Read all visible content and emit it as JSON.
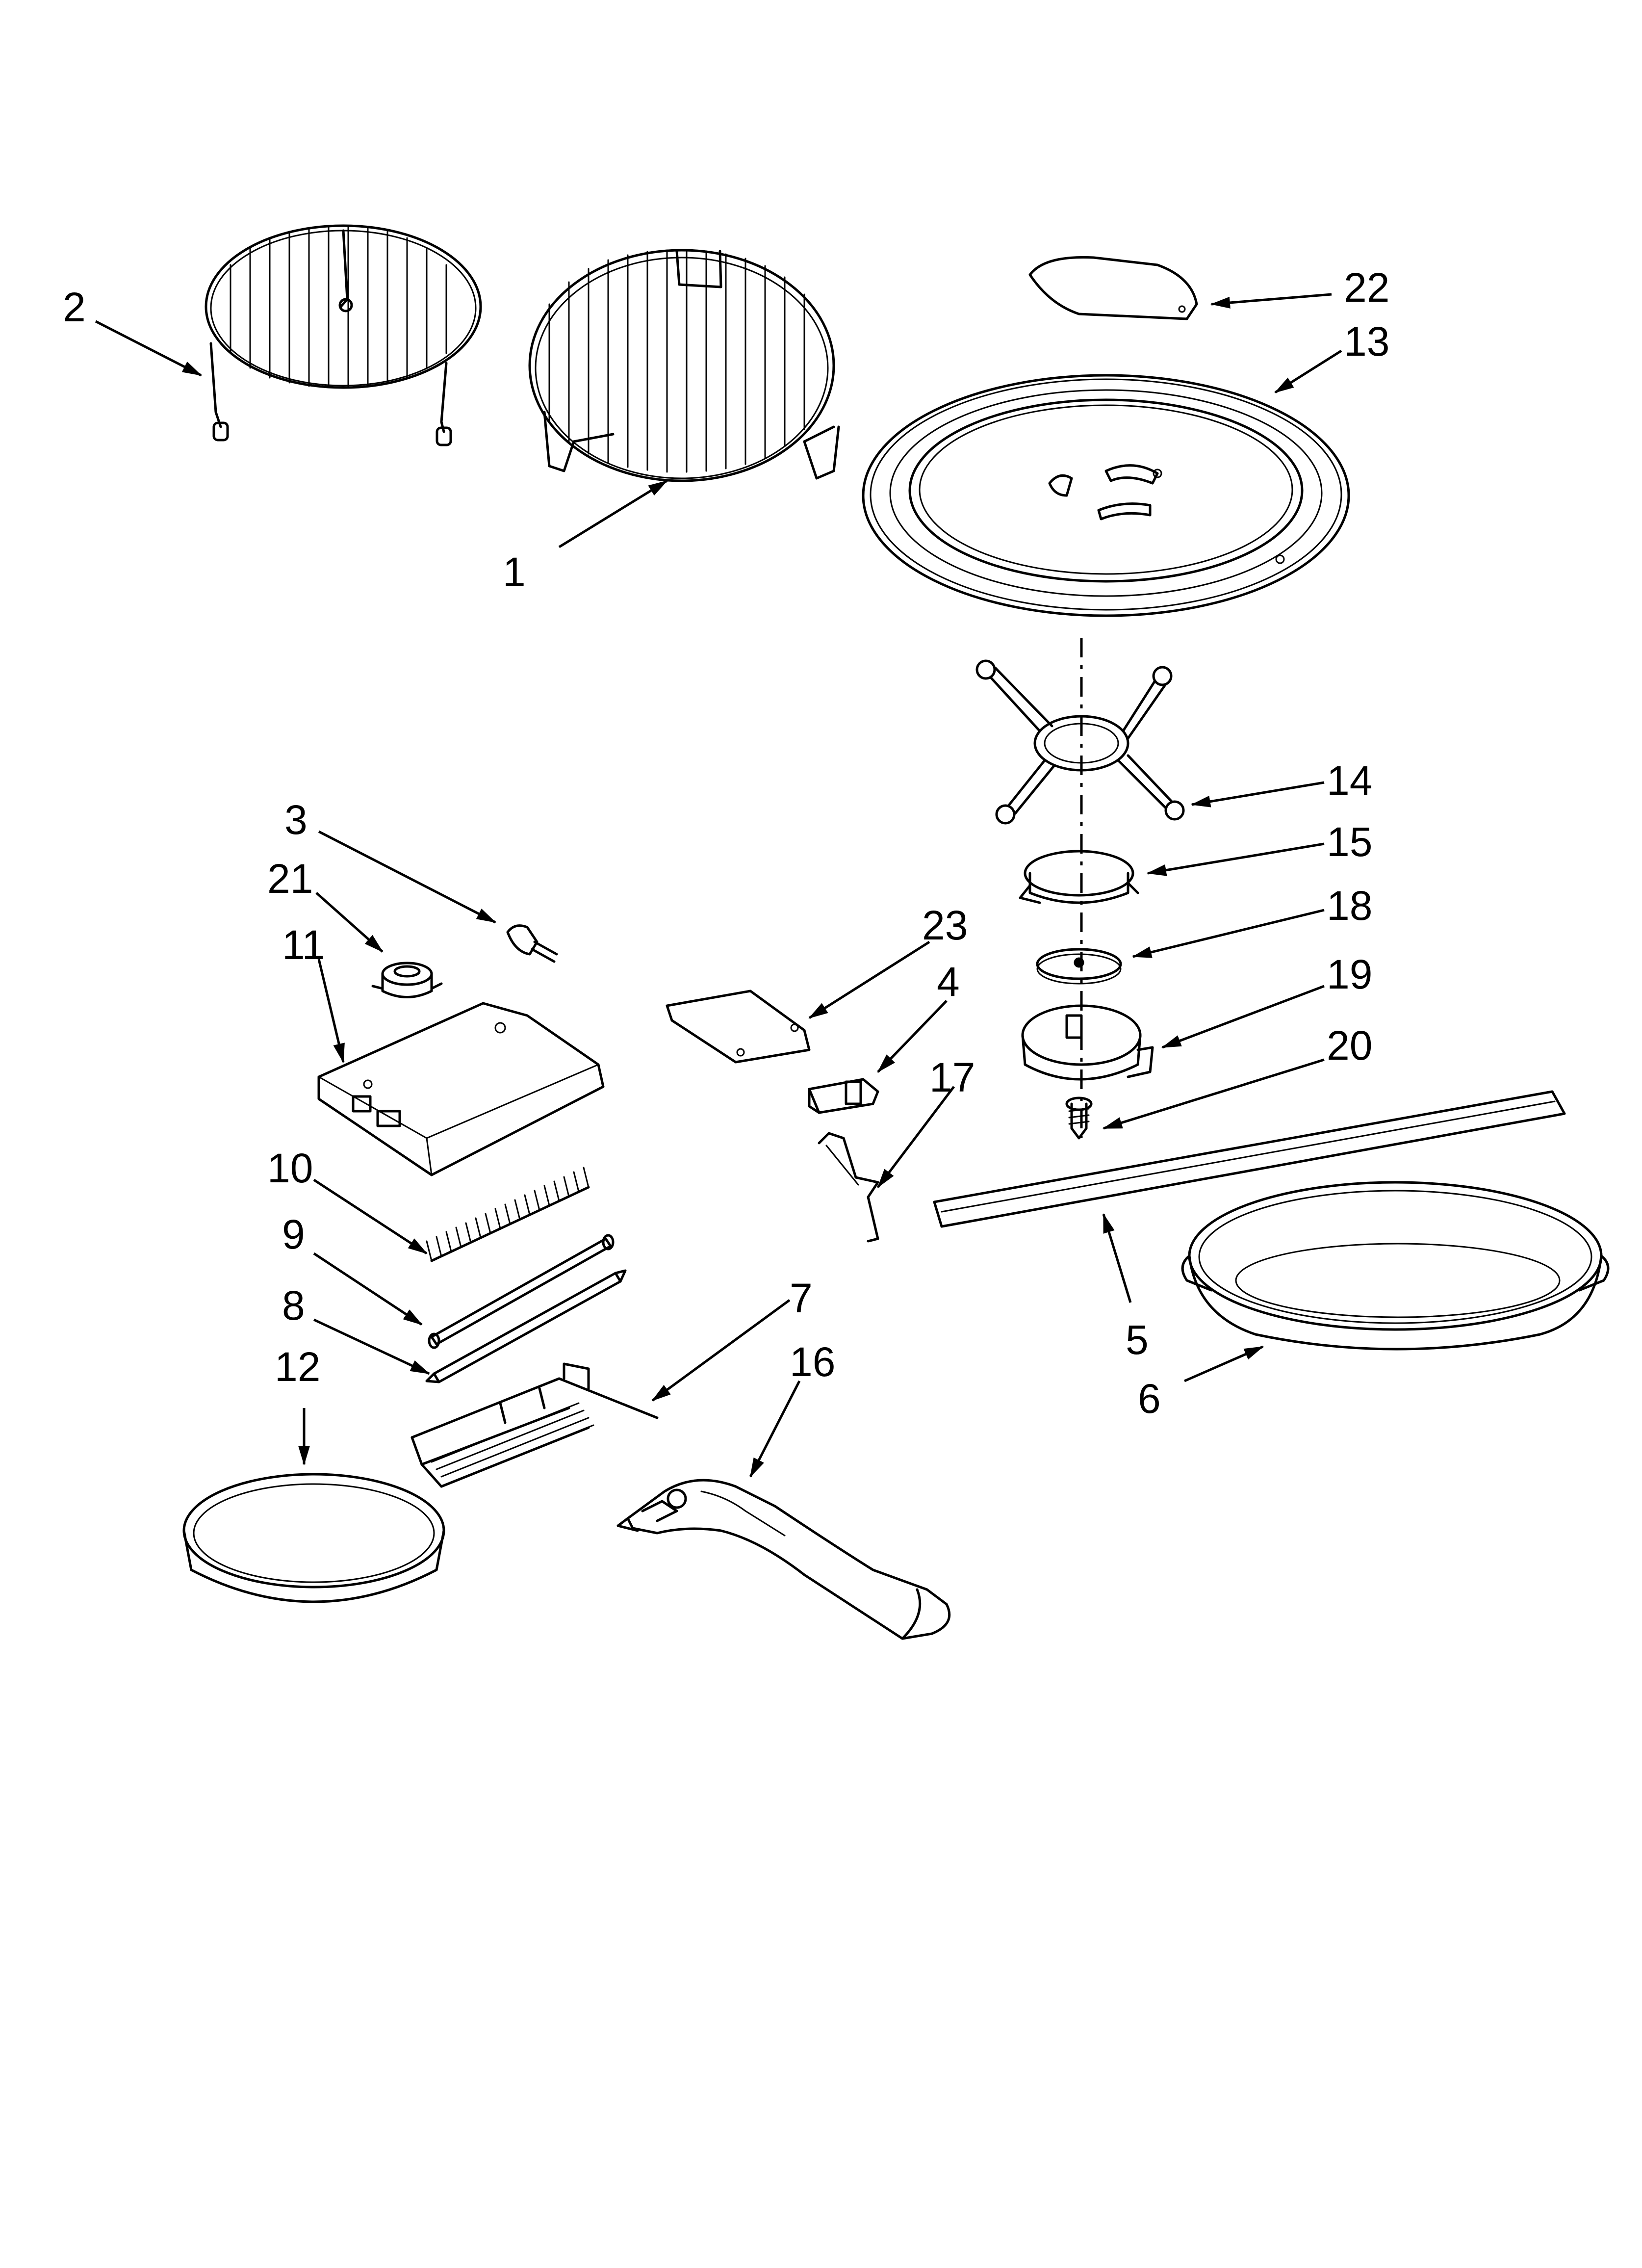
{
  "diagram": {
    "labels": {
      "p1": "1",
      "p2": "2",
      "p3": "3",
      "p4": "4",
      "p5": "5",
      "p6": "6",
      "p7": "7",
      "p8": "8",
      "p9": "9",
      "p10": "10",
      "p11": "11",
      "p12": "12",
      "p13": "13",
      "p14": "14",
      "p15": "15",
      "p16": "16",
      "p17": "17",
      "p18": "18",
      "p19": "19",
      "p20": "20",
      "p21": "21",
      "p22": "22",
      "p23": "23"
    },
    "colors": {
      "ink": "#000000",
      "paper": "#ffffff"
    }
  }
}
